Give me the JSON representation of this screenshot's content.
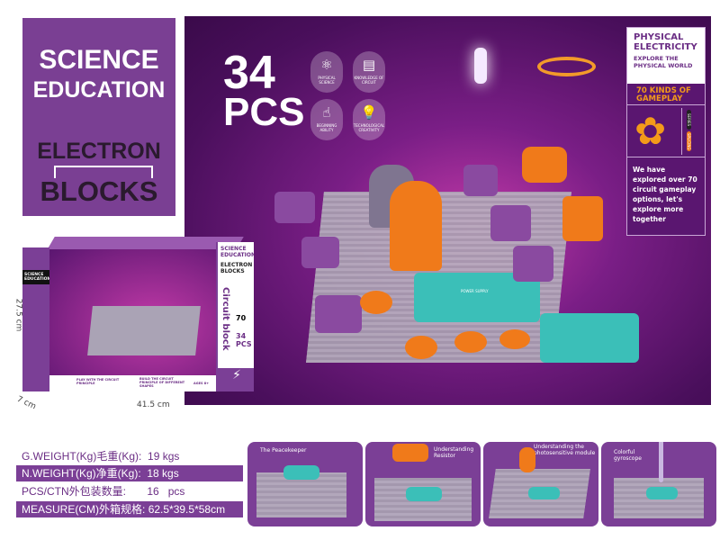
{
  "title_box": {
    "line1": "SCIENCE",
    "line2": "EDUCATION",
    "line3": "ELECTRON",
    "line4": "BLOCKS"
  },
  "hero": {
    "count": "34",
    "unit": "PCS",
    "icons": [
      {
        "name": "atom-icon",
        "label": "PHYSICAL SCIENCE"
      },
      {
        "name": "circuit-board-icon",
        "label": "KNOWLEDGE OF CIRCUIT"
      },
      {
        "name": "hand-pointer-icon",
        "label": "BEGINNING ABILITY"
      },
      {
        "name": "lightbulb-icon",
        "label": "TECHNOLOGICAL CREATIVITY"
      }
    ],
    "module_label": "POWER SUPPLY"
  },
  "side_panel": {
    "title": "PHYSICAL ELECTRICITY",
    "subtitle": "EXPLORE THE PHYSICAL WORLD",
    "gameplay": "70 KINDS OF GAMEPLAY",
    "series": "SERIES",
    "splicing": "SPLICING",
    "description": "We have explored over 70 circuit gameplay options, let's explore more together"
  },
  "box": {
    "brand": "SCIENCE EDUCATION",
    "title1": "SCIENCE EDUCATION",
    "title2": "ELECTRON BLOCKS",
    "vertical": "Circuit block",
    "count": "70",
    "pcs": "34 PCS",
    "footer1": "PLAY WITH THE CIRCUIT PRINCIPLE",
    "footer2": "BUILD THE CIRCUIT PRINCIPLE OF DIFFERENT SHAPES",
    "ages": "AGES 8+",
    "height": "27.5 cm",
    "depth": "7 cm",
    "width": "41.5 cm"
  },
  "specs": [
    {
      "label": "G.WEIGHT(Kg)毛重(Kg):",
      "value": "19 kgs"
    },
    {
      "label": "N.WEIGHT(Kg)净重(Kg):",
      "value": "18 kgs"
    },
    {
      "label": "PCS/CTN外包装数量:",
      "value": "16   pcs"
    },
    {
      "label": "MEASURE(CM)外箱规格:",
      "value": "62.5*39.5*58cm"
    }
  ],
  "thumbnails": [
    {
      "caption": "The Peacekeeper"
    },
    {
      "caption": "Understanding Resistor"
    },
    {
      "caption": "Understanding the photosensitive module"
    },
    {
      "caption": "Colorful gyroscope"
    }
  ],
  "colors": {
    "brand_purple": "#7b3f96",
    "orange": "#f07a1a",
    "teal": "#3bbfb8"
  }
}
